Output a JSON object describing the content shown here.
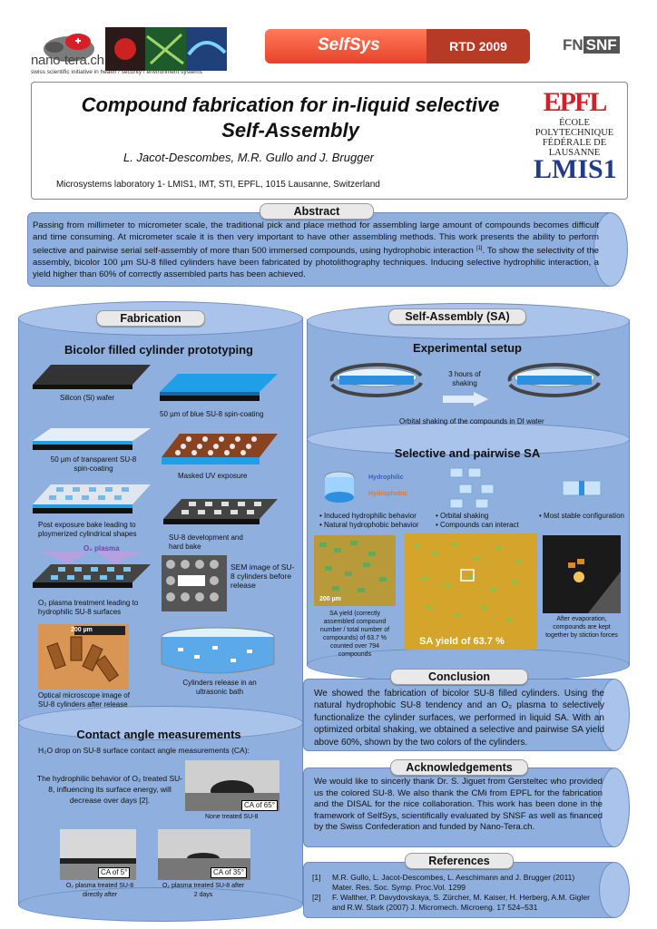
{
  "header": {
    "ntera_name": "nano-tera.ch",
    "ntera_tagline": "swiss scientific initiative in health / security / environment systems",
    "selfsys": "SelfSys",
    "rtd": "RTD 2009",
    "fns": "FN",
    "snf": "SNF"
  },
  "title": {
    "line1": "Compound fabrication for in-liquid selective",
    "line2": "Self-Assembly",
    "authors": "L. Jacot-Descombes, M.R. Gullo and J. Brugger",
    "affiliation": "Microsystems laboratory 1- LMIS1, IMT, STI, EPFL, 1015 Lausanne, Switzerland",
    "epfl_logo": "EPFL",
    "epfl_line1": "ÉCOLE POLYTECHNIQUE",
    "epfl_line2": "FÉDÉRALE DE LAUSANNE",
    "lmis_logo": "LMIS1"
  },
  "abstract": {
    "label": "Abstract",
    "text_a": "Passing from millimeter to micrometer scale, the traditional pick and place method for assembling large amount of compounds becomes difficult and time consuming. At micrometer scale it is then very important to have other assembling methods. This work presents the ability to perform selective and pairwise serial self-assembly of more than 500 immersed compounds, using hydrophobic interaction ",
    "ref": "[1]",
    "text_b": ". To show the selectivity of the assembly, bicolor 100 µm SU-8 filled cylinders have been fabricated by photolithography techniques. Inducing selective hydrophilic interaction, a yield higher than 60% of correctly assembled parts has been achieved."
  },
  "fabrication": {
    "label": "Fabrication",
    "heading": "Bicolor filled cylinder prototyping",
    "step1": "Silicon (Si) wafer",
    "step2": "50 µm of blue SU-8 spin-coating",
    "step3": "50 µm of transparent SU-8 spin-coating",
    "step4": "Masked UV exposure",
    "step5": "Post exposure bake leading to ploymerized cylindrical shapes",
    "step6": "SU-8 development and hard bake",
    "o2": "O₂ plasma",
    "step7": "O₂ plasma treatment leading to hydrophilic SU-8 surfaces",
    "sem": "SEM image of SU-8 cylinders before release",
    "scale200": "200 µm",
    "micro": "Optical microscope image of SU-8 cylinders after release",
    "release": "Cylinders release in an ultrasonic bath"
  },
  "contact": {
    "heading": "Contact angle measurements",
    "intro": "H₂O drop on SU-8 surface contact angle measurements (CA):",
    "text": "The hydrophilic behavior of O₂ treated SU-8, influencing its surface energy, will decrease over days [2].",
    "ca65": "CA of 65°",
    "none": "None treated SU-8",
    "ca5": "CA of 5°",
    "ca35": "CA of 35°",
    "cap5": "O₂ plasma treated SU-8 directly after",
    "cap35": "O₂ plasma treated SU-8 after 2 days"
  },
  "sa": {
    "label": "Self-Assembly (SA)",
    "exp_heading": "Experimental setup",
    "shaking": "3 hours of shaking",
    "orbital": "Orbital shaking of the compounds in DI water",
    "sel_heading": "Selective and pairwise SA",
    "hydrophilic": "Hydrophilic",
    "hydrophobic": "Hydrophobic",
    "b1": "• Induced hydrophilic behavior",
    "b2": "• Natural hydrophobic behavior",
    "b3": "• Orbital shaking",
    "b4": "• Compounds can interact",
    "b5": "• Most stable configuration",
    "scale200": "200 µm",
    "yield_cap": "SA yield (correctly assembled compound number / total number of compounds) of 63.7 % counted over 794 compounds",
    "yield_badge": "SA yield of 63.7 %",
    "evap_cap": "After evaporation, compounds are kept together by stiction forces"
  },
  "conclusion": {
    "label": "Conclusion",
    "text": "We showed the fabrication of bicolor SU-8 filled cylinders. Using the natural hydrophobic SU-8 tendency and an O₂ plasma to selectively functionalize the cylinder surfaces, we performed in liquid SA. With an optimized orbital shaking, we obtained a selective and pairwise SA yield above 60%, shown by the two colors of the cylinders."
  },
  "ack": {
    "label": "Acknowledgements",
    "text": "We would like to sincerly thank Dr. S. Jiguet from Gersteltec who provided us the colored SU-8. We also thank the CMi from EPFL for the fabrication and the DISAL for the nice collaboration. This work has been done in the framework of SelfSys, scientifically evaluated by SNSF as well as financed by the Swiss Confederation and funded by Nano-Tera.ch."
  },
  "references": {
    "label": "References",
    "n1": "[1]",
    "r1": "M.R. Gullo, L. Jacot-Descombes, L. Aeschimann and J. Brugger (2011) Mater. Res. Soc. Symp. Proc.Vol. 1299",
    "n2": "[2]",
    "r2": "F. Walther, P. Davydovskaya, S. Zürcher, M. Kaiser, H. Herberg, A.M. Gigler and R.W. Stark (2007) J. Micromech. Microeng. 17 524–531"
  }
}
